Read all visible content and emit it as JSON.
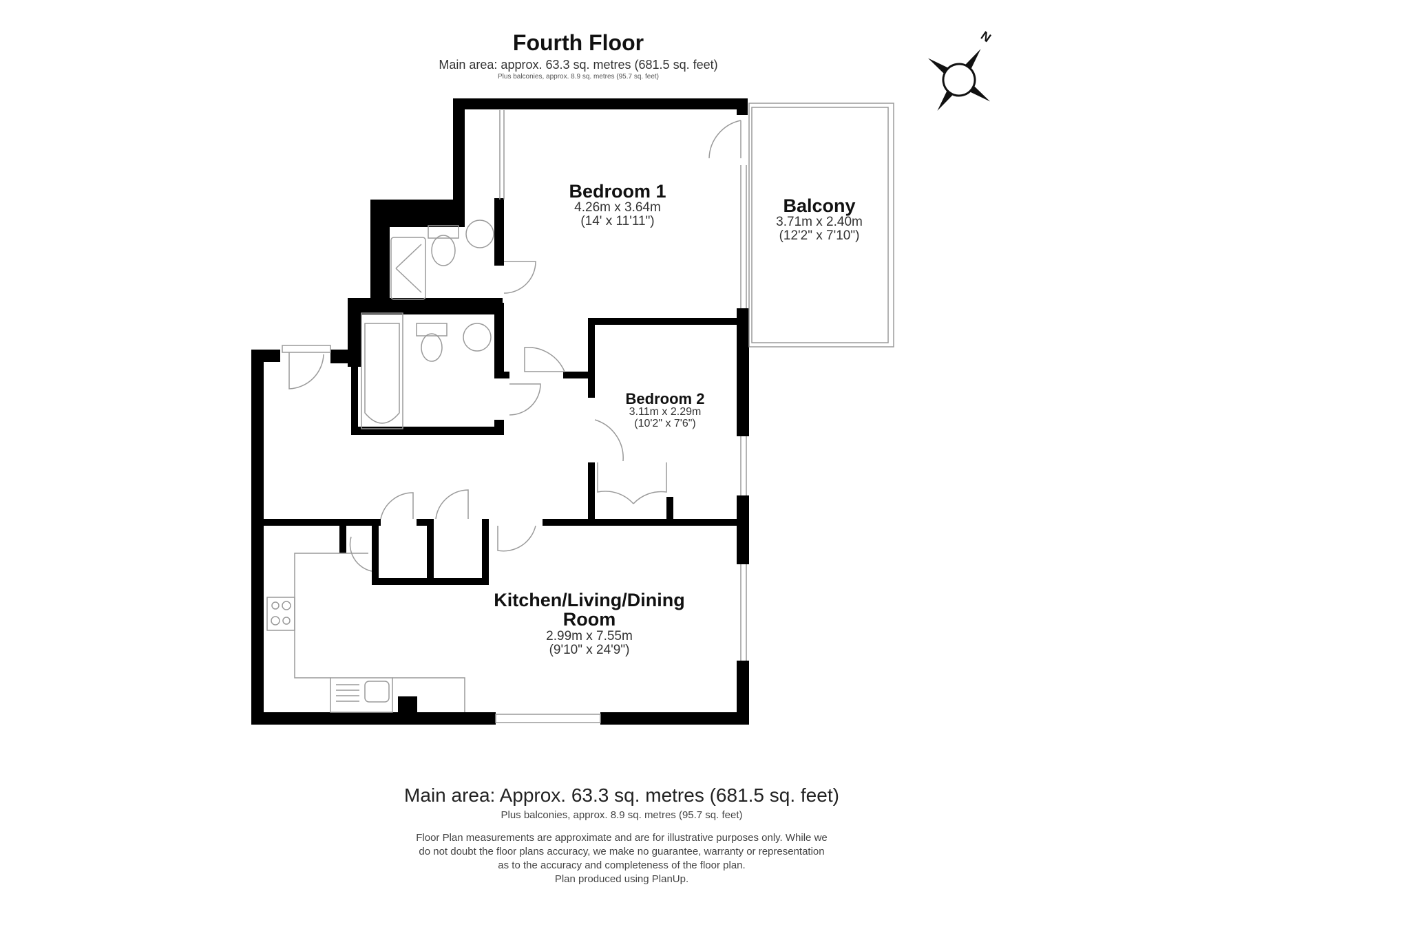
{
  "header": {
    "title": "Fourth Floor",
    "main_area": "Main area: approx. 63.3 sq. metres (681.5 sq. feet)",
    "balcony_note": "Plus balconies, approx. 8.9 sq. metres (95.7 sq. feet)"
  },
  "compass": {
    "icon": "north-arrow-compass-icon",
    "label": "N"
  },
  "rooms": [
    {
      "name": "Bedroom 1",
      "metric": "4.26m x 3.64m",
      "imperial": "(14' x 11'11\")"
    },
    {
      "name": "Balcony",
      "metric": "3.71m x 2.40m",
      "imperial": "(12'2\" x 7'10\")"
    },
    {
      "name": "Bedroom 2",
      "metric": "3.11m x 2.29m",
      "imperial": "(10'2\" x 7'6\")"
    },
    {
      "name_line1": "Kitchen/Living/Dining",
      "name_line2": "Room",
      "metric": "2.99m x 7.55m",
      "imperial": "(9'10\" x 24'9\")"
    }
  ],
  "footer": {
    "main_area": "Main area: Approx. 63.3 sq. metres (681.5 sq. feet)",
    "balcony_note": "Plus balconies, approx. 8.9 sq. metres (95.7 sq. feet)",
    "disclaimer": [
      "Floor Plan measurements are approximate and are for illustrative purposes only. While we",
      "do not doubt the floor plans accuracy, we make no guarantee, warranty or representation",
      "as to the accuracy and completeness of the floor plan.",
      "Plan produced using PlanUp."
    ]
  },
  "colors": {
    "wall": "#000000",
    "fixture_line": "#9a9a9a",
    "background": "#ffffff",
    "text": "#111111"
  }
}
